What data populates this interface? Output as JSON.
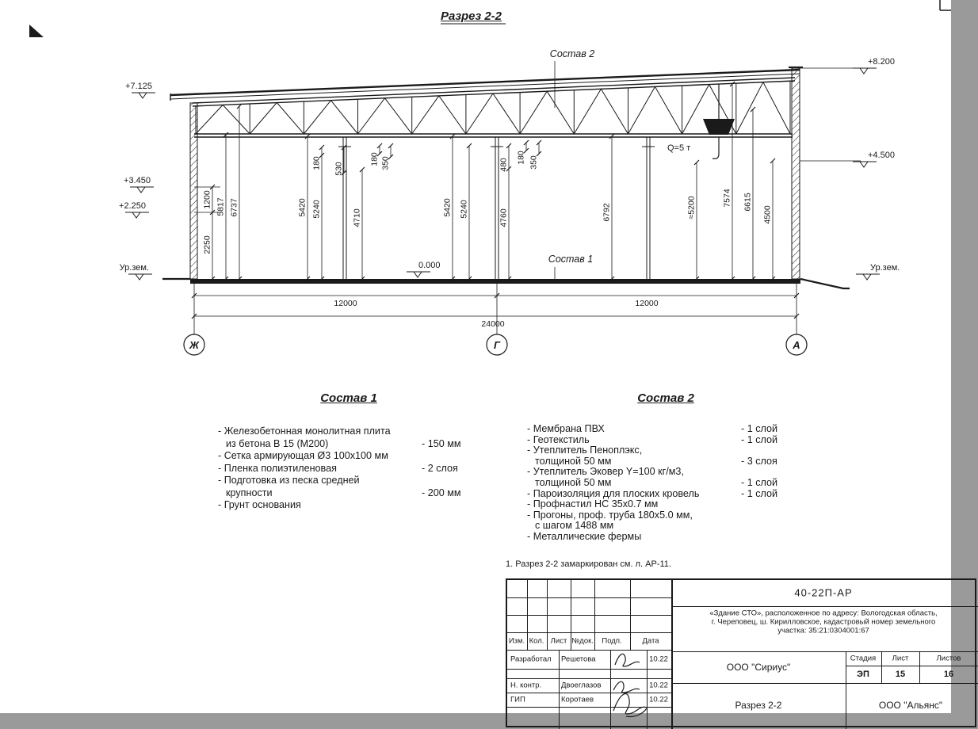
{
  "colors": {
    "ink": "#1a1a1a",
    "paper": "#ffffff"
  },
  "page": {
    "title": "Разрез 2-2",
    "note": "1. Разрез 2-2 замаркирован см. л. АР-11."
  },
  "drawing": {
    "labels": {
      "sostav1": "Состав 1",
      "sostav2": "Состав 2",
      "crane": "Q=5 т",
      "zero": "0.000"
    },
    "elevations": {
      "left": [
        "+7.125",
        "+3.450",
        "+2.250",
        "Ур.зем."
      ],
      "right": [
        "+8.200",
        "+4.500",
        "Ур.зем."
      ]
    },
    "vdims": [
      "2250",
      "1200",
      "5817",
      "6737",
      "5420",
      "5240",
      "180",
      "530",
      "180",
      "350",
      "4710",
      "5420",
      "5240",
      "480",
      "180",
      "350",
      "4760",
      "6792",
      "≈5200",
      "7574",
      "6615",
      "4500"
    ],
    "hdims": [
      "12000",
      "12000",
      "24000"
    ],
    "axes": [
      "Ж",
      "Г",
      "А"
    ]
  },
  "spec1": {
    "title": "Состав 1",
    "rows": [
      {
        "text": "- Железобетонная  монолитная плита",
        "value": ""
      },
      {
        "text": "из бетона В 15 (М200)",
        "value": "- 150 мм",
        "indent": true
      },
      {
        "text": "- Сетка армирующая Ø3 100х100 мм",
        "value": ""
      },
      {
        "text": "- Пленка полиэтиленовая",
        "value": "- 2 слоя"
      },
      {
        "text": "- Подготовка из песка средней",
        "value": ""
      },
      {
        "text": "крупности",
        "value": "- 200 мм",
        "indent": true
      },
      {
        "text": "- Грунт основания",
        "value": ""
      }
    ]
  },
  "spec2": {
    "title": "Состав 2",
    "rows": [
      {
        "text": "- Мембрана ПВХ",
        "value": "- 1 слой"
      },
      {
        "text": "- Геотекстиль",
        "value": "- 1 слой"
      },
      {
        "text": "- Утеплитель Пеноплэкс,",
        "value": ""
      },
      {
        "text": "толщиной 50 мм",
        "value": "- 3 слоя",
        "indent": true
      },
      {
        "text": "- Утеплитель Эковер Y=100 кг/м3,",
        "value": ""
      },
      {
        "text": "толщиной 50 мм",
        "value": "- 1 слой",
        "indent": true
      },
      {
        "text": "- Пароизоляция для плоских кровель",
        "value": "- 1 слой"
      },
      {
        "text": "- Профнастил НС 35х0.7 мм",
        "value": ""
      },
      {
        "text": "- Прогоны, проф. труба 180х5.0 мм,",
        "value": ""
      },
      {
        "text": "с шагом 1488 мм",
        "value": "",
        "indent": true
      },
      {
        "text": "- Металлические фермы",
        "value": ""
      }
    ]
  },
  "titleblock": {
    "doc_number": "40-22П-АР",
    "object_lines": [
      "«Здание СТО», расположенное по адресу: Вологодская область,",
      "г. Череповец, ш. Кирилловское, кадастровый номер земельного",
      "участка: 35:21:0304001:67"
    ],
    "columns": [
      "Изм.",
      "Кол.",
      "Лист",
      "№док.",
      "Подп.",
      "Дата"
    ],
    "rows": [
      {
        "role": "Разработал",
        "name": "Решетова",
        "date": "10.22"
      },
      {
        "role": "Н. контр.",
        "name": "Двоеглазов",
        "date": "10.22"
      },
      {
        "role": "ГИП",
        "name": "Коротаев",
        "date": "10.22"
      }
    ],
    "org1": "ООО \"Сириус\"",
    "org2": "ООО \"Альянс\"",
    "stage_label": "Стадия",
    "sheet_label": "Лист",
    "sheets_label": "Листов",
    "stage": "ЭП",
    "sheet": "15",
    "sheets": "16",
    "section_title": "Разрез 2-2"
  }
}
